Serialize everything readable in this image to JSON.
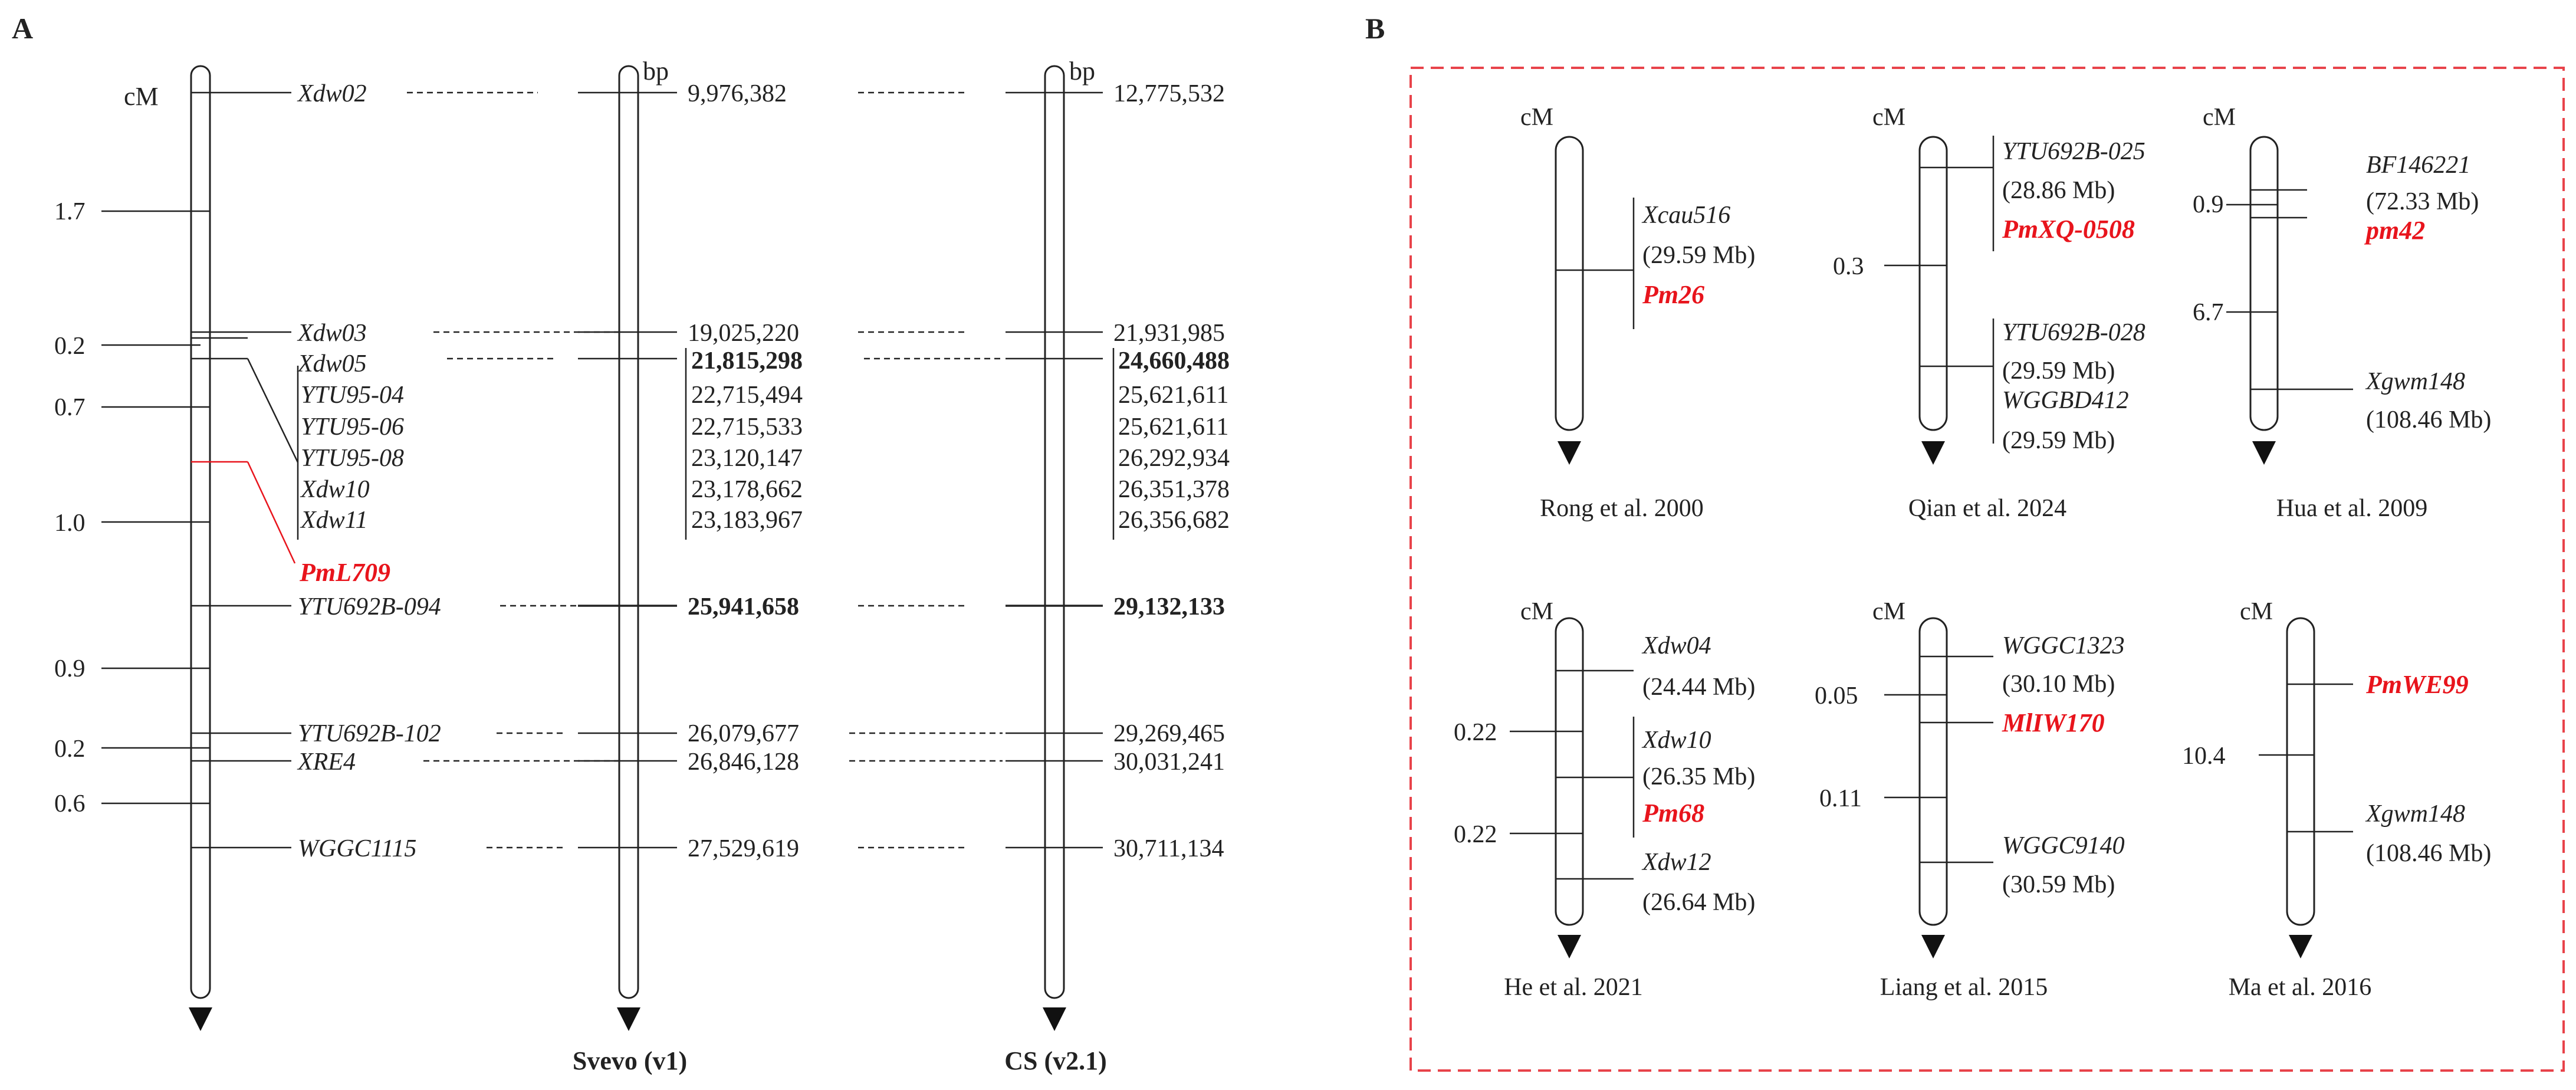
{
  "panels": {
    "A": {
      "label": "A",
      "cm_unit": "cM",
      "bp_unit": "bp",
      "interval_labels": [
        "1.7",
        "0.2",
        "0.7",
        "1.0",
        "0.9",
        "0.2",
        "0.6"
      ],
      "markers": [
        {
          "name": "Xdw02",
          "svevo": "9,976,382",
          "cs": "12,775,532"
        },
        {
          "name": "Xdw03",
          "svevo": "19,025,220",
          "cs": "21,931,985"
        },
        {
          "name": "Xdw05",
          "svevo": "21,815,298",
          "cs": "24,660,488"
        },
        {
          "name": "YTU95-04",
          "svevo": "22,715,494",
          "cs": "25,621,611"
        },
        {
          "name": "YTU95-06",
          "svevo": "22,715,533",
          "cs": "25,621,611"
        },
        {
          "name": "YTU95-08",
          "svevo": "23,120,147",
          "cs": "26,292,934"
        },
        {
          "name": "Xdw10",
          "svevo": "23,178,662",
          "cs": "26,351,378"
        },
        {
          "name": "Xdw11",
          "svevo": "23,183,967",
          "cs": "26,356,682"
        },
        {
          "name": "PmL709",
          "svevo": "",
          "cs": ""
        },
        {
          "name": "YTU692B-094",
          "svevo": "25,941,658",
          "cs": "29,132,133"
        },
        {
          "name": "YTU692B-102",
          "svevo": "26,079,677",
          "cs": "29,269,465"
        },
        {
          "name": "XRE4",
          "svevo": "26,846,128",
          "cs": "30,031,241"
        },
        {
          "name": "WGGC1115",
          "svevo": "27,529,619",
          "cs": "30,711,134"
        }
      ],
      "svevo_label": "Svevo (v1)",
      "cs_label": "CS  (v2.1)"
    },
    "B": {
      "label": "B",
      "maps": [
        {
          "citation": "Rong et al. 2000",
          "unit": "cM",
          "intervals": [],
          "markers": [
            {
              "name": "Xcau516",
              "pos": "(29.59 Mb)"
            },
            {
              "name": "Pm26",
              "pos": ""
            }
          ]
        },
        {
          "citation": "Qian et al. 2024",
          "unit": "cM",
          "intervals": [
            "0.3"
          ],
          "markers": [
            {
              "name": "YTU692B-025",
              "pos": "(28.86 Mb)"
            },
            {
              "name": "PmXQ-0508",
              "pos": ""
            },
            {
              "name": "YTU692B-028",
              "pos": "(29.59 Mb)"
            },
            {
              "name": "WGGBD412",
              "pos": "(29.59 Mb)"
            }
          ]
        },
        {
          "citation": "Hua et al. 2009",
          "unit": "cM",
          "intervals": [
            "0.9",
            "6.7"
          ],
          "markers": [
            {
              "name": "BF146221",
              "pos": "(72.33 Mb)"
            },
            {
              "name": "pm42",
              "pos": ""
            },
            {
              "name": "Xgwm148",
              "pos": "(108.46 Mb)"
            }
          ]
        },
        {
          "citation": "He et al. 2021",
          "unit": "cM",
          "intervals": [
            "0.22",
            "0.22"
          ],
          "markers": [
            {
              "name": "Xdw04",
              "pos": "(24.44 Mb)"
            },
            {
              "name": "Xdw10",
              "pos": "(26.35 Mb)"
            },
            {
              "name": "Pm68",
              "pos": ""
            },
            {
              "name": "Xdw12",
              "pos": "(26.64 Mb)"
            }
          ]
        },
        {
          "citation": "Liang et al. 2015",
          "unit": "cM",
          "intervals": [
            "0.05",
            "0.11"
          ],
          "markers": [
            {
              "name": "WGGC1323",
              "pos": "(30.10 Mb)"
            },
            {
              "name": "MlIW170",
              "pos": ""
            },
            {
              "name": "WGGC9140",
              "pos": "(30.59 Mb)"
            }
          ]
        },
        {
          "citation": "Ma et al. 2016",
          "unit": "cM",
          "intervals": [
            "10.4"
          ],
          "markers": [
            {
              "name": "PmWE99",
              "pos": ""
            },
            {
              "name": "Xgwm148",
              "pos": "(108.46 Mb)"
            }
          ]
        }
      ]
    }
  },
  "colors": {
    "ink": "#222222",
    "highlight": "#e8141c",
    "box_border": "#e8434a"
  }
}
